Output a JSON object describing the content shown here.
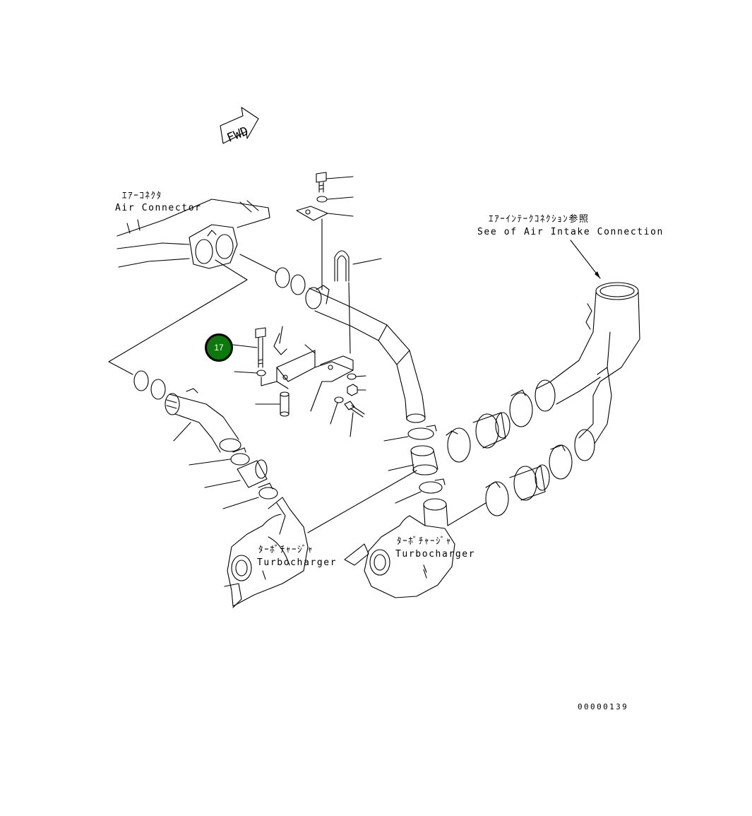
{
  "labels": {
    "fwd": "FWD",
    "air_connector_jp": "ｴｱｰｺﾈｸﾀ",
    "air_connector_en": "Air Connector",
    "intake_jp": "ｴｱｰｲﾝﾃｰｸｺﾈｸｼｮﾝ参照",
    "intake_en": "See of Air Intake Connection",
    "turbo_left_jp": "ﾀｰﾎﾞﾁｬｰｼﾞｬ",
    "turbo_left_en": "Turbocharger",
    "turbo_right_jp": "ﾀｰﾎﾞﾁｬｰｼﾞｬ",
    "turbo_right_en": "Turbocharger"
  },
  "callout": {
    "number": "17",
    "color": "#0b7a0b"
  },
  "document_number": "00000139"
}
